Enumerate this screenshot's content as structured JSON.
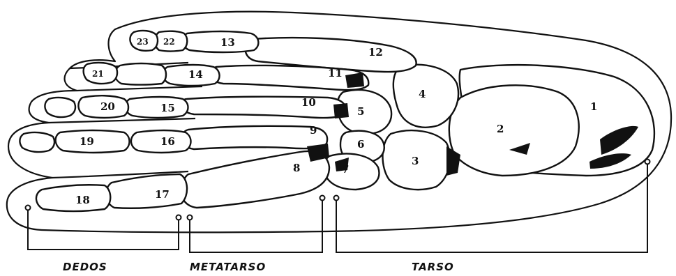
{
  "bone_numbers": {
    "n1": "1",
    "n2": "2",
    "n3": "3",
    "n4": "4",
    "n5": "5",
    "n6": "6",
    "n7": "7",
    "n8": "8",
    "n9": "9",
    "n10": "10",
    "n11": "11",
    "n12": "12",
    "n13": "13",
    "n14": "14",
    "n15": "15",
    "n16": "16",
    "n17": "17",
    "n18": "18",
    "n19": "19",
    "n20": "20",
    "n21": "21",
    "n22": "22",
    "n23": "23"
  },
  "regions": {
    "dedos": "DEDOS",
    "metatarso": "METATARSO",
    "tarso": "TARSO"
  }
}
